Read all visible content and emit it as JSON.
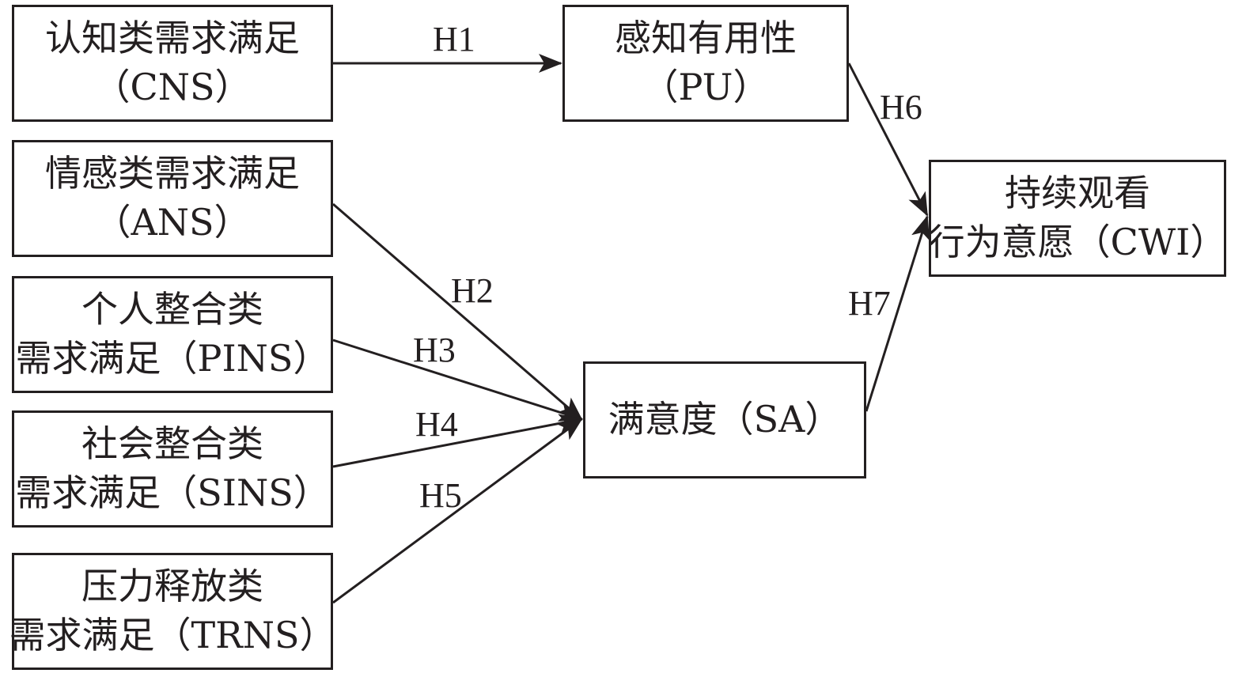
{
  "nodes": {
    "cns": {
      "line1": "认知类需求满足",
      "line2": "（CNS）"
    },
    "ans": {
      "line1": "情感类需求满足",
      "line2": "（ANS）"
    },
    "pins": {
      "line1": "个人整合类",
      "line2": "需求满足（PINS）"
    },
    "sins": {
      "line1": "社会整合类",
      "line2": "需求满足（SINS）"
    },
    "trns": {
      "line1": "压力释放类",
      "line2": "需求满足（TRNS）"
    },
    "pu": {
      "line1": "感知有用性",
      "line2": "（PU）"
    },
    "sa": {
      "line1": "满意度（SA）"
    },
    "cwi": {
      "line1": "持续观看",
      "line2": "行为意愿（CWI）"
    }
  },
  "hypotheses": {
    "h1": "H1",
    "h2": "H2",
    "h3": "H3",
    "h4": "H4",
    "h5": "H5",
    "h6": "H6",
    "h7": "H7"
  },
  "edges": [
    {
      "id": "h1",
      "from": "cns",
      "to": "pu"
    },
    {
      "id": "h2",
      "from": "ans",
      "to": "sa"
    },
    {
      "id": "h3",
      "from": "pins",
      "to": "sa"
    },
    {
      "id": "h4",
      "from": "sins",
      "to": "sa"
    },
    {
      "id": "h5",
      "from": "trns",
      "to": "sa"
    },
    {
      "id": "h6",
      "from": "pu",
      "to": "cwi"
    },
    {
      "id": "h7",
      "from": "sa",
      "to": "cwi"
    }
  ],
  "colors": {
    "line": "#231f20",
    "background": "#ffffff"
  }
}
